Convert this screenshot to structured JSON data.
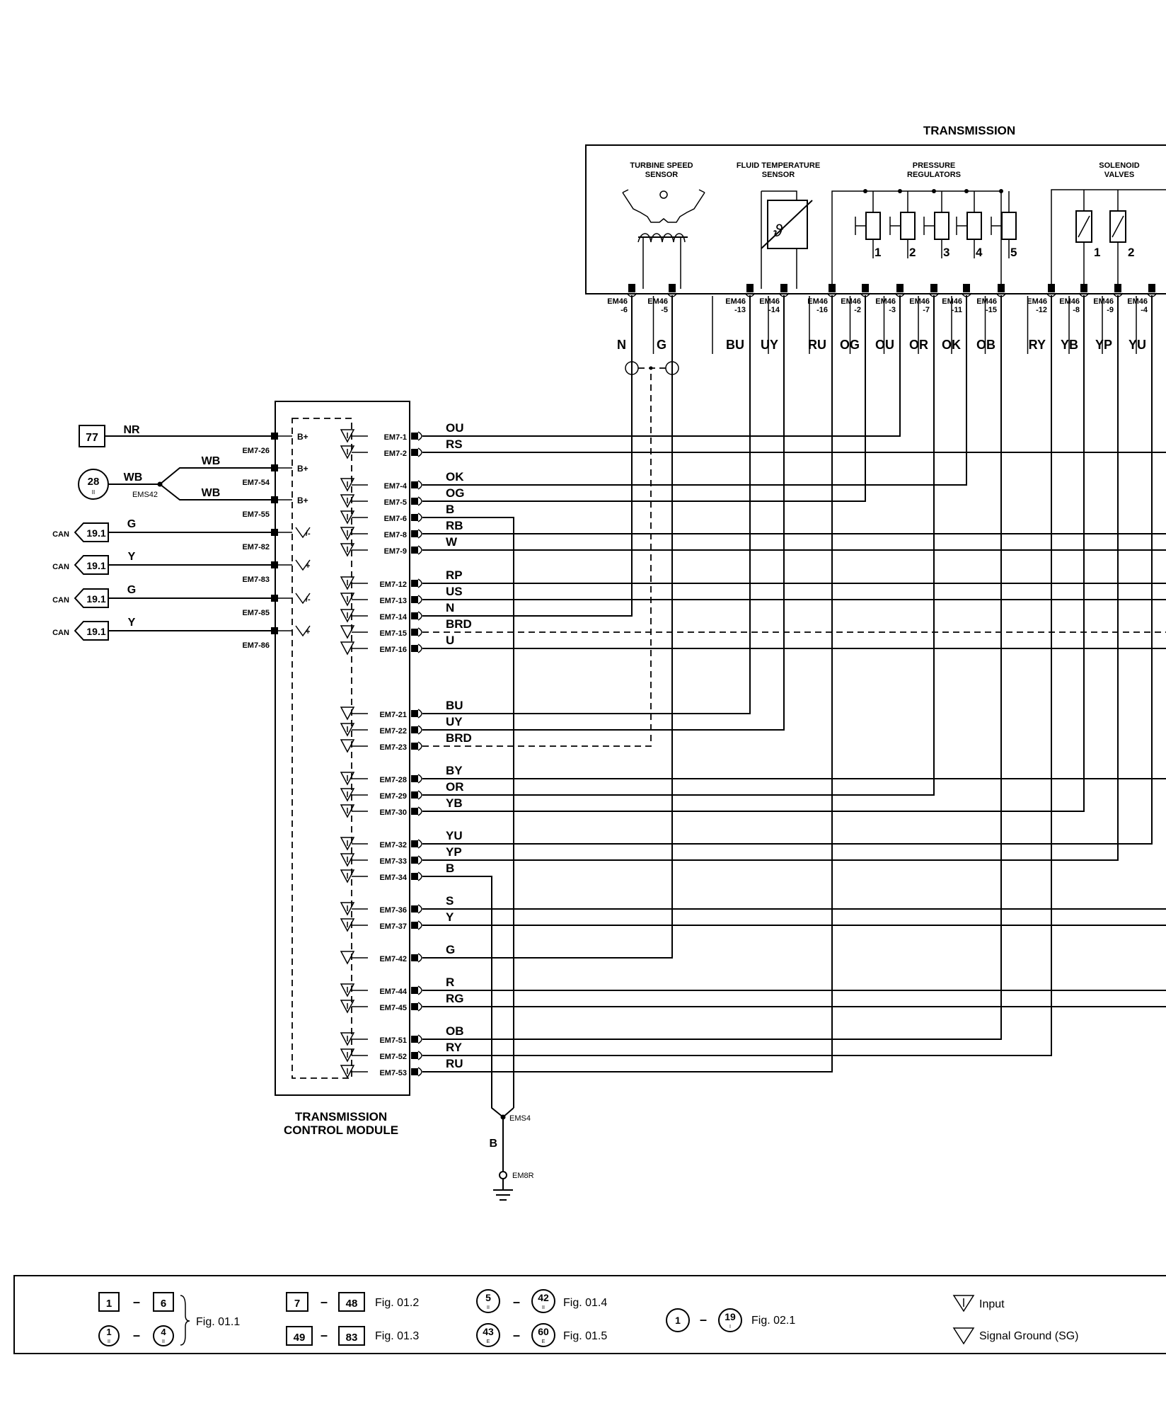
{
  "transmission": {
    "title": "TRANSMISSION",
    "turbine_label": [
      "TURBINE SPEED",
      "SENSOR"
    ],
    "fluid_label": [
      "FLUID TEMPERATURE",
      "SENSOR"
    ],
    "pressure_label": [
      "PRESSURE",
      "REGULATORS"
    ],
    "solenoid_label": [
      "SOLENOID",
      "VALVES"
    ],
    "regulator_numbers": [
      "1",
      "2",
      "3",
      "4",
      "5"
    ],
    "solenoid_numbers": [
      "1",
      "2"
    ],
    "connector_labels": [
      "EM46 -6",
      "EM46 -5",
      "EM46 -13",
      "EM46 -14",
      "EM46 -16",
      "EM46 -2",
      "EM46 -3",
      "EM46 -7",
      "EM46 -11",
      "EM46 -15",
      "EM46 -12",
      "EM46 -8",
      "EM46 -9",
      "EM46 -4"
    ],
    "wire_colors": [
      "N",
      "G",
      "BU",
      "UY",
      "RU",
      "OG",
      "OU",
      "OR",
      "OK",
      "OB",
      "RY",
      "YB",
      "YP",
      "YU"
    ]
  },
  "tcm": {
    "title_lines": [
      "TRANSMISSION",
      "CONTROL MODULE"
    ],
    "left_pins": [
      {
        "pin": "EM7-26",
        "label": "B+",
        "wire": "NR",
        "source": "77"
      },
      {
        "pin": "EM7-54",
        "label": "B+",
        "wire": "WB"
      },
      {
        "pin": "EM7-55",
        "label": "B+",
        "wire": "WB"
      },
      {
        "pin": "EM7-82",
        "label": "C-",
        "wire": "G",
        "bus": "CAN",
        "ref": "19.1"
      },
      {
        "pin": "EM7-83",
        "label": "C+",
        "wire": "Y",
        "bus": "CAN",
        "ref": "19.1"
      },
      {
        "pin": "EM7-85",
        "label": "C-",
        "wire": "G",
        "bus": "CAN",
        "ref": "19.1"
      },
      {
        "pin": "EM7-86",
        "label": "C+",
        "wire": "Y",
        "bus": "CAN",
        "ref": "19.1"
      }
    ],
    "splice_wb": {
      "ref": "28",
      "sub": "II",
      "wire": "WB",
      "splice": "EMS42"
    },
    "right_pins": [
      {
        "pin": "EM7-1",
        "wire": "OU"
      },
      {
        "pin": "EM7-2",
        "wire": "RS"
      },
      {
        "pin": "EM7-4",
        "wire": "OK"
      },
      {
        "pin": "EM7-5",
        "wire": "OG"
      },
      {
        "pin": "EM7-6",
        "wire": "B"
      },
      {
        "pin": "EM7-8",
        "wire": "RB"
      },
      {
        "pin": "EM7-9",
        "wire": "W"
      },
      {
        "pin": "EM7-12",
        "wire": "RP"
      },
      {
        "pin": "EM7-13",
        "wire": "US"
      },
      {
        "pin": "EM7-14",
        "wire": "N"
      },
      {
        "pin": "EM7-15",
        "wire": "BRD"
      },
      {
        "pin": "EM7-16",
        "wire": "U"
      },
      {
        "pin": "EM7-21",
        "wire": "BU"
      },
      {
        "pin": "EM7-22",
        "wire": "UY"
      },
      {
        "pin": "EM7-23",
        "wire": "BRD"
      },
      {
        "pin": "EM7-28",
        "wire": "BY"
      },
      {
        "pin": "EM7-29",
        "wire": "OR"
      },
      {
        "pin": "EM7-30",
        "wire": "YB"
      },
      {
        "pin": "EM7-32",
        "wire": "YU"
      },
      {
        "pin": "EM7-33",
        "wire": "YP"
      },
      {
        "pin": "EM7-34",
        "wire": "B"
      },
      {
        "pin": "EM7-36",
        "wire": "S"
      },
      {
        "pin": "EM7-37",
        "wire": "Y"
      },
      {
        "pin": "EM7-42",
        "wire": "G"
      },
      {
        "pin": "EM7-44",
        "wire": "R"
      },
      {
        "pin": "EM7-45",
        "wire": "RG"
      },
      {
        "pin": "EM7-51",
        "wire": "OB"
      },
      {
        "pin": "EM7-52",
        "wire": "RY"
      },
      {
        "pin": "EM7-53",
        "wire": "RU"
      }
    ]
  },
  "ground": {
    "splice": "EMS4",
    "wire": "B",
    "ground": "EM8R"
  },
  "legend": {
    "f011": "Fig. 01.1",
    "f012": "Fig. 01.2",
    "f013": "Fig. 01.3",
    "f014": "Fig. 01.4",
    "f015": "Fig. 01.5",
    "f021": "Fig. 02.1",
    "dash": "–",
    "box1": [
      "1",
      "6"
    ],
    "circ1": [
      "1",
      "4"
    ],
    "circ1_sub": "II",
    "box2": [
      "7",
      "48"
    ],
    "box3": [
      "49",
      "83"
    ],
    "circ4": [
      "5",
      "42"
    ],
    "circ4_sub": "II",
    "circ5": [
      "43",
      "60"
    ],
    "circ5_sub": "E",
    "circ6": [
      "1",
      "19"
    ],
    "circ6_sub": "I",
    "input": "Input",
    "signal_ground": "Signal Ground (SG)"
  }
}
